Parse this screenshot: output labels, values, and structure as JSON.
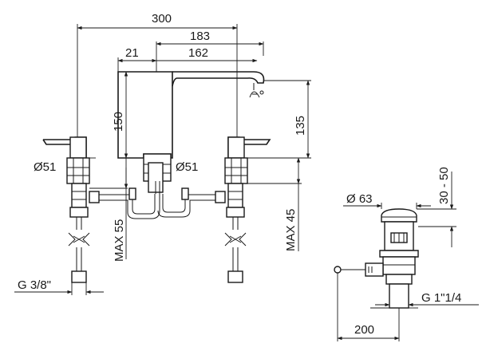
{
  "dimensions": {
    "total_width": "300",
    "spout_reach_right": "183",
    "spout_offset": "21",
    "spout_reach_inner": "162",
    "spout_height_150": "150",
    "spout_outlet_height": "135",
    "deck_hole_left": "Ø51",
    "deck_hole_center": "Ø51",
    "max_deck_left": "MAX 55",
    "max_deck_right": "MAX 45",
    "inlet_thread": "G 3/8\"",
    "waste_diameter": "Ø 63",
    "waste_height_range": "30 - 50",
    "waste_thread": "G 1\"1/4",
    "waste_rod_length": "200"
  }
}
